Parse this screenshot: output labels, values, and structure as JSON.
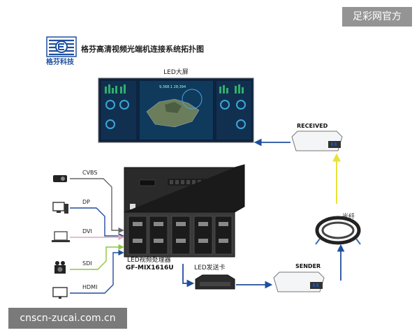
{
  "header": {
    "watermark_top": "足彩网官方",
    "logo_caption": "格芬科技",
    "title": "格芬高清视频光端机连接系统拓扑图"
  },
  "diagram": {
    "led_screen_label": "LED大屏",
    "received_label": "RECEIVED",
    "fiber_label": "光纤",
    "sender_label": "SENDER",
    "led_card_label": "LED发送卡",
    "processor_label_1": "LED视频处理器",
    "processor_label_2": "GF-MIX1616U",
    "inputs": [
      "CVBS",
      "DP",
      "DVI",
      "SDI",
      "HDMI"
    ]
  },
  "footer": {
    "watermark_bottom": "cnscn-zucai.com.cn"
  },
  "colors": {
    "blue_line": "#1f4e9c",
    "gray_line": "#666666",
    "yellow_line": "#e8e23a",
    "green_line": "#8bc63f",
    "pink_line": "#e6a7b0",
    "screen_bg": "#0d2340",
    "logo_blue": "#1d4fa0"
  },
  "icons": [
    "projector-icon",
    "computer-icon",
    "laptop-icon",
    "camera-icon",
    "monitor-icon"
  ]
}
